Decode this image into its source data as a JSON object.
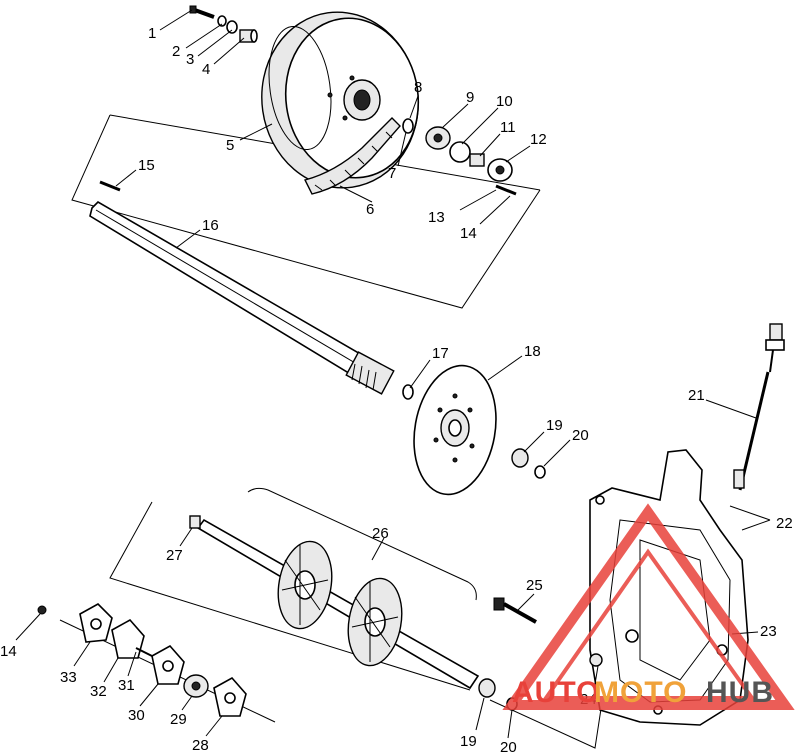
{
  "labels": {
    "p1": "1",
    "p2": "2",
    "p3": "3",
    "p4": "4",
    "p5": "5",
    "p6": "6",
    "p7": "7",
    "p8": "8",
    "p9": "9",
    "p10": "10",
    "p11": "11",
    "p12": "12",
    "p13": "13",
    "p14a": "14",
    "p15": "15",
    "p16": "16",
    "p17": "17",
    "p18": "18",
    "p19a": "19",
    "p20a": "20",
    "p21": "21",
    "p22": "22",
    "p23": "23",
    "p24": "24",
    "p25": "25",
    "p26": "26",
    "p27": "27",
    "p14b": "14",
    "p33": "33",
    "p32": "32",
    "p31": "31",
    "p30": "30",
    "p29": "29",
    "p28": "28",
    "p19b": "19",
    "p20b": "20"
  },
  "watermark": {
    "part1": "AUTO",
    "part2": "MOTO",
    "part3": "HUB",
    "color_red": "#e8413a",
    "color_orange": "#f0a23a",
    "color_gray": "#555555"
  }
}
